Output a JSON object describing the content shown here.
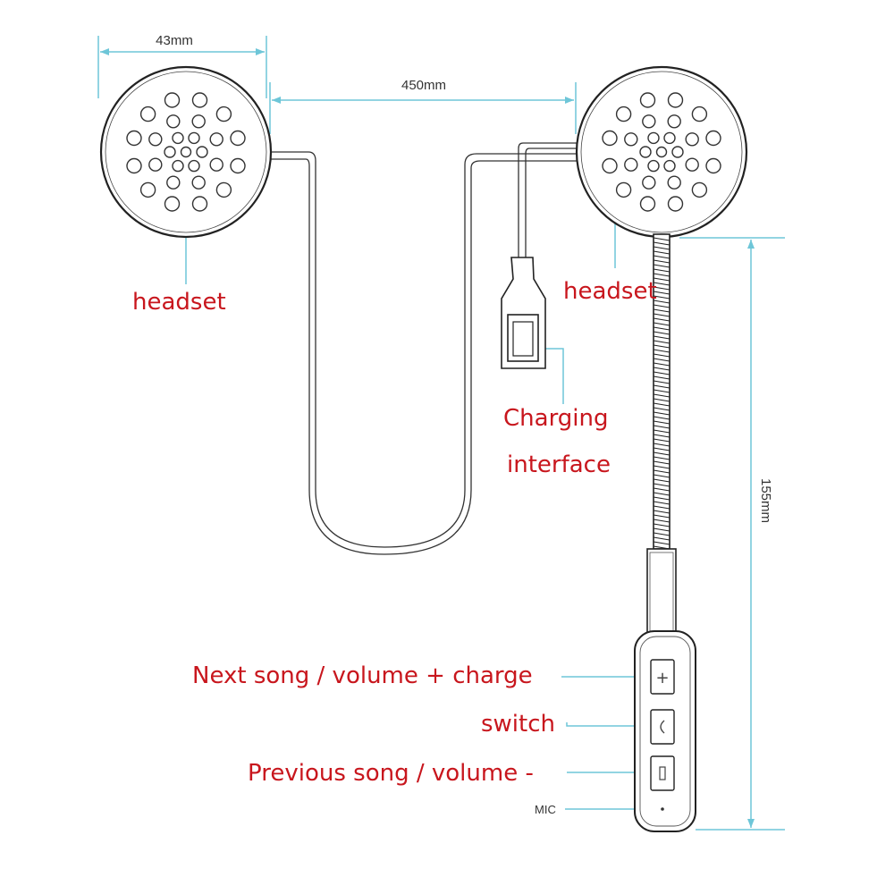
{
  "dimensions": {
    "speaker_diameter": "43mm",
    "cable_length": "450mm",
    "boom_length": "155mm"
  },
  "labels": {
    "headset_left": "headset",
    "headset_right": "headset",
    "charging_line1": "Charging",
    "charging_line2": "interface",
    "next_song": "Next song / volume + charge",
    "switch": "switch",
    "previous_song": "Previous song / volume -",
    "mic": "MIC"
  },
  "colors": {
    "label_text": "#c8161d",
    "dimension_line": "#6ec6d8",
    "outline": "#222222"
  }
}
